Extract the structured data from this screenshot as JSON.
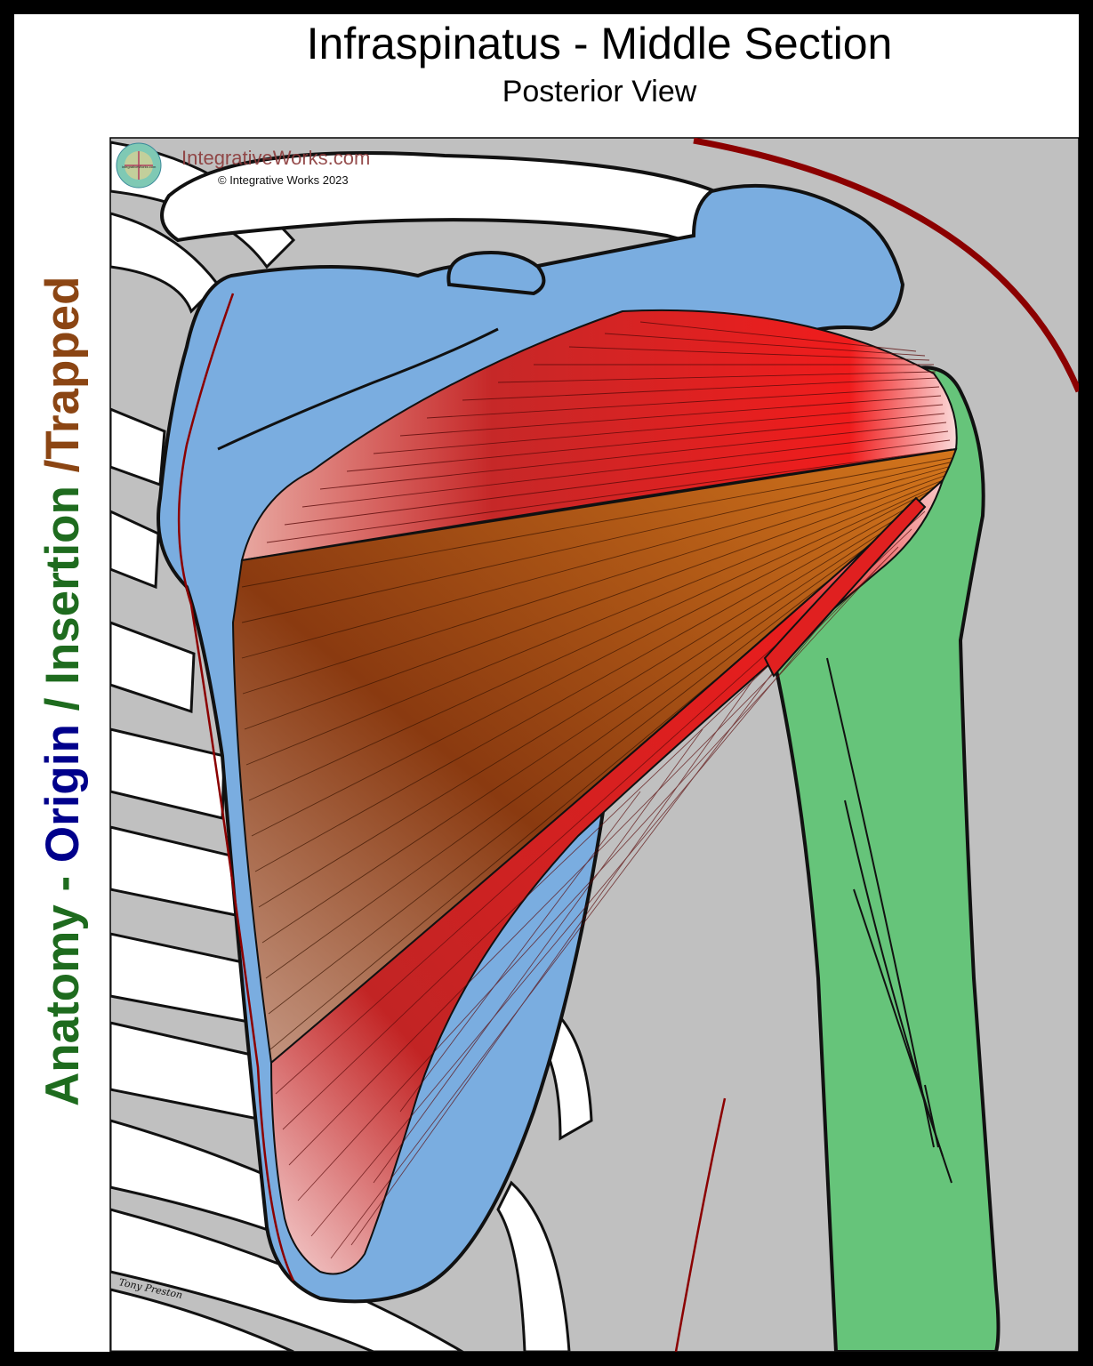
{
  "title": "Infraspinatus - Middle Section",
  "subtitle": "Posterior View",
  "side_label": {
    "part1": "Anatomy - ",
    "part2": "Origin",
    "part3": " / ",
    "part4": "Insertion",
    "part5": " /Trapped"
  },
  "branding": {
    "site": "IntegrativeWorks.com",
    "copyright": "© Integrative Works 2023",
    "logo_text": "IntegrativeWorks.com"
  },
  "colors": {
    "background": "#000000",
    "panel": "#c0c0c0",
    "scapula": "#7aade0",
    "humerus": "#66c47a",
    "muscle_red": "#e02020",
    "muscle_brown": "#b8560c",
    "origin_blue": "#00008b",
    "insertion_green": "#1e6b1e",
    "trapped_brown": "#8b4513",
    "outline_dark_red": "#8b0000"
  },
  "signature": "Tony Preston"
}
